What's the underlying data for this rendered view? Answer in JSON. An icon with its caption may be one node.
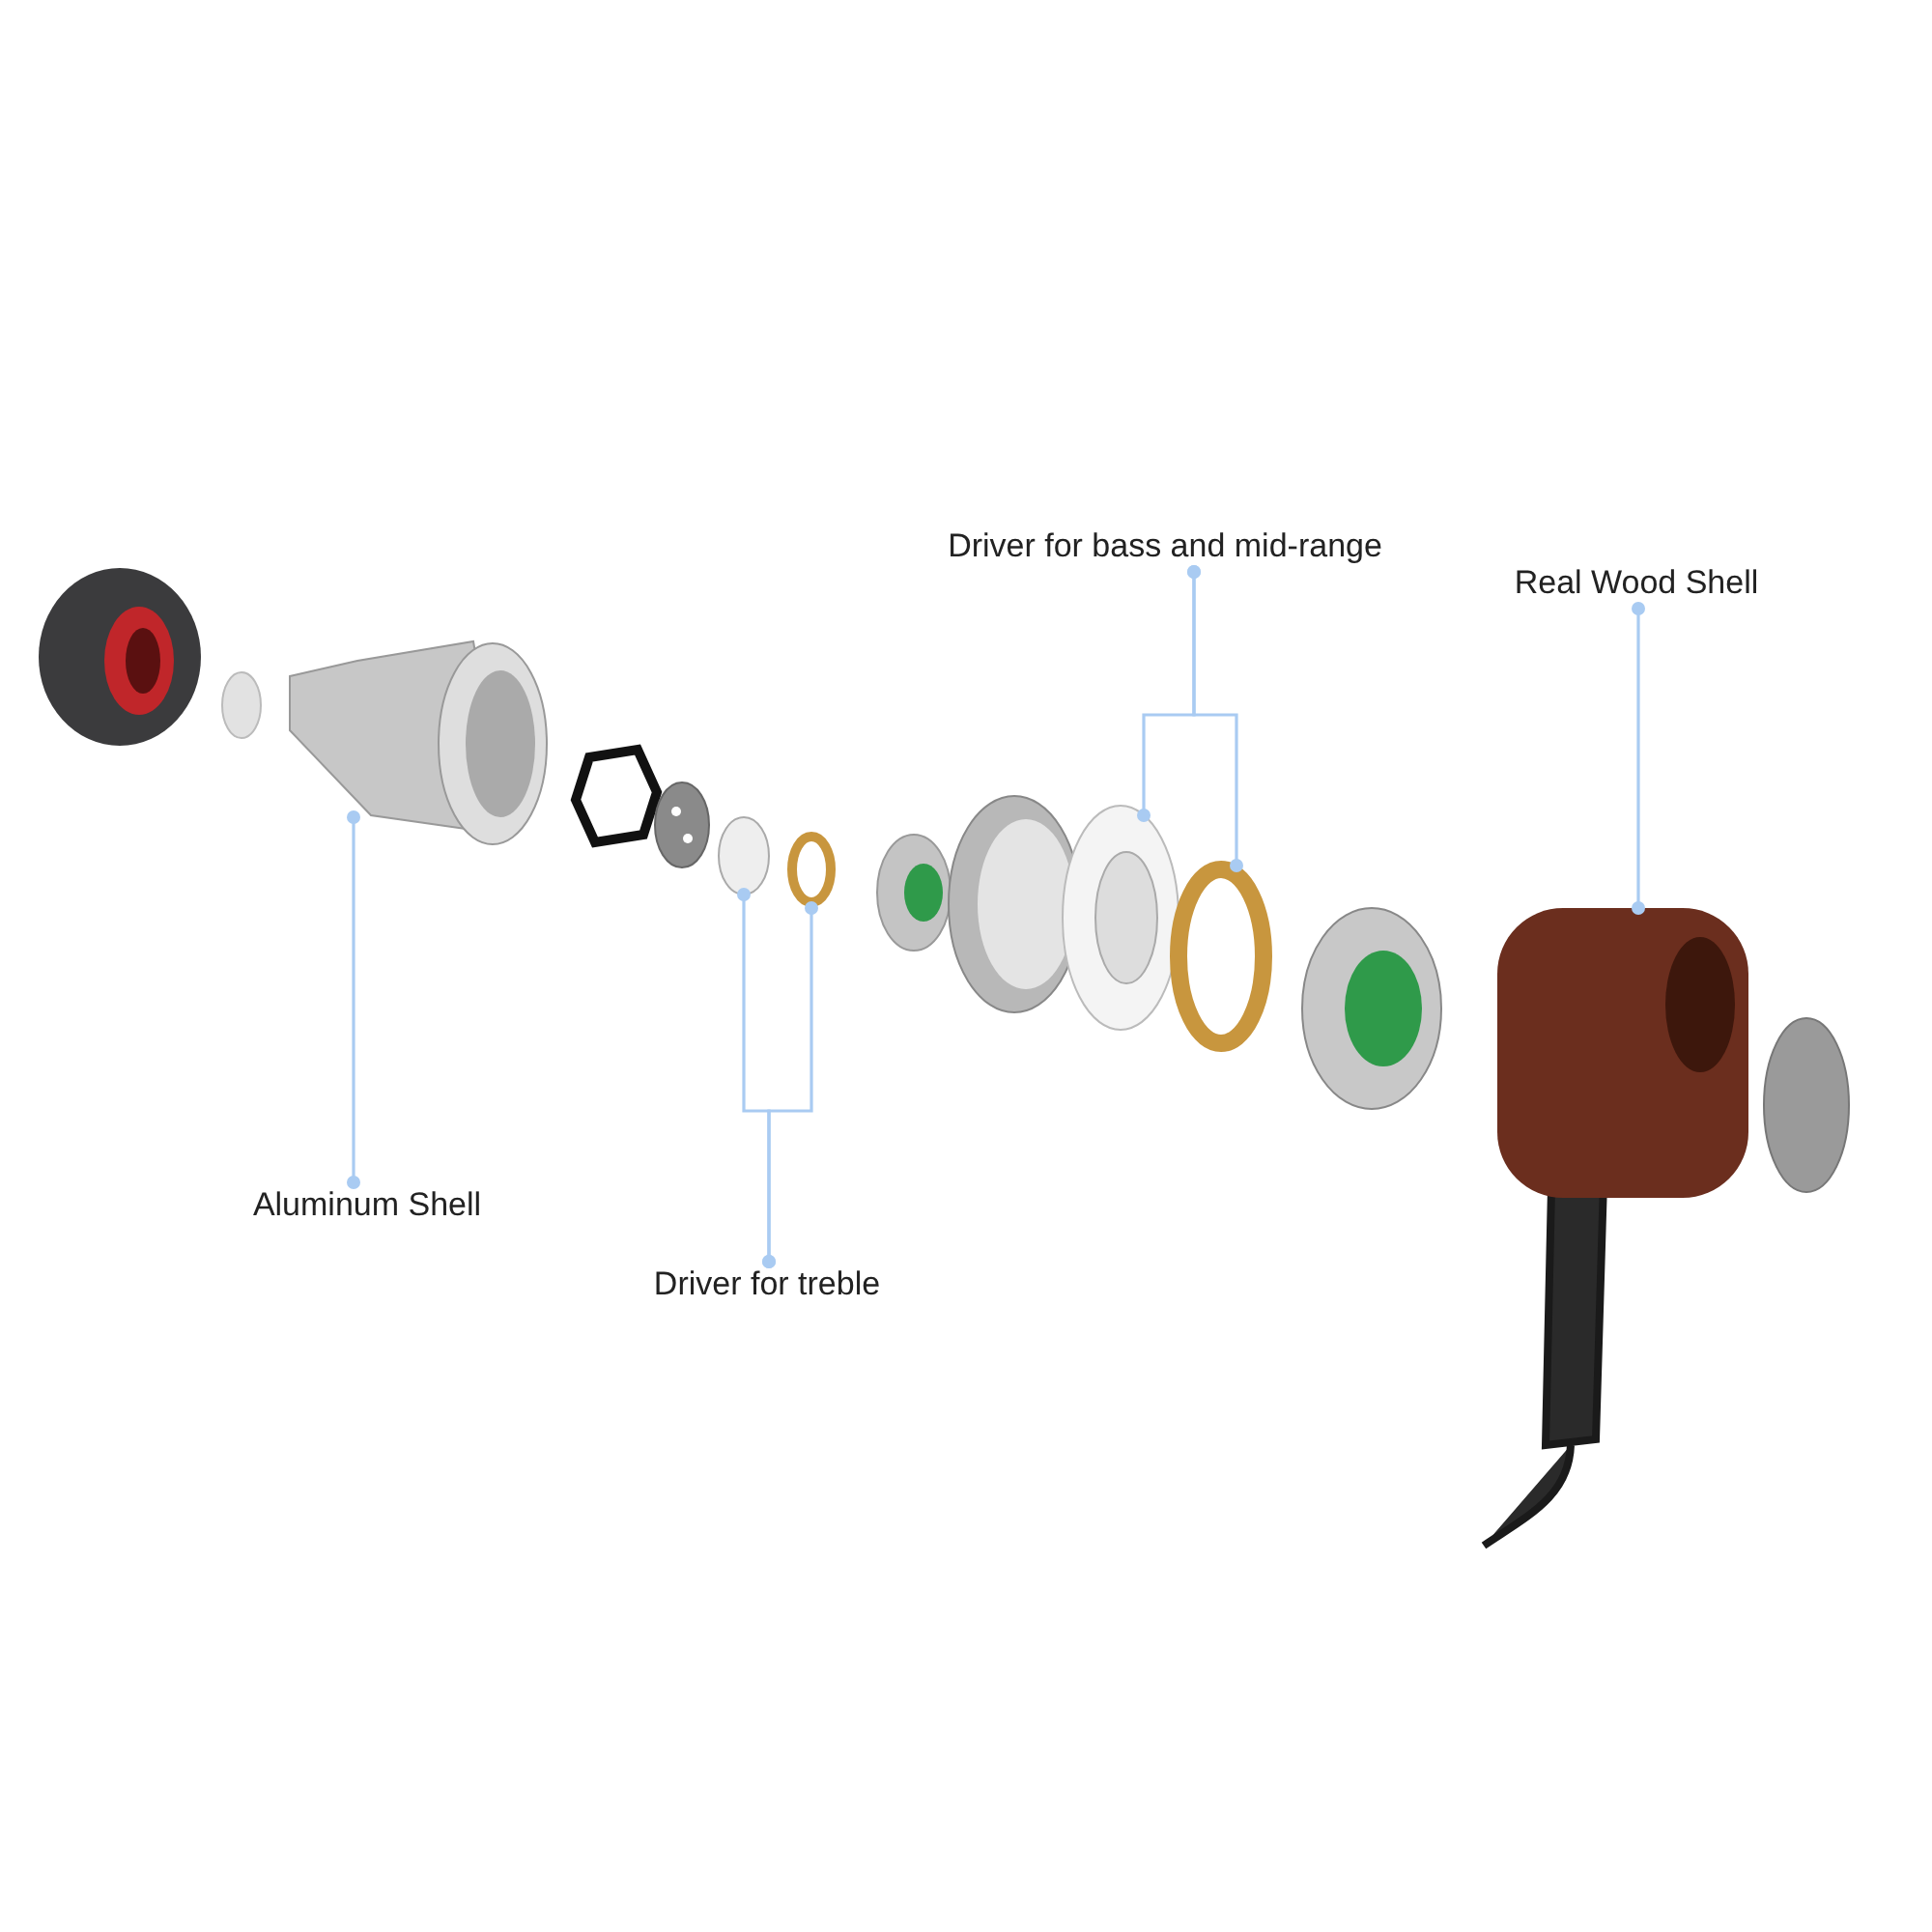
{
  "diagram": {
    "nodes": [
      {
        "text": [
          "Driver for bass and mid-range"
        ]
      },
      {
        "text": [
          "Real Wood Shell"
        ]
      },
      {
        "text": [
          "Aluminum Shell"
        ]
      },
      {
        "text": [
          "Driver for treble"
        ]
      },
      {
        "text": [],
        "shape": "picture"
      },
      {
        "text": [],
        "shape": "circle"
      },
      {
        "text": [],
        "shape": "circle"
      },
      {
        "text": [],
        "shape": "picture"
      },
      {
        "text": [],
        "shape": "circle"
      },
      {
        "text": [],
        "shape": "picture"
      },
      {
        "text": [],
        "shape": "circle"
      }
    ],
    "edges": [
      {
        "from": 0,
        "to": 7,
        "arrow": "other"
      },
      {
        "from": 0,
        "to": 8,
        "arrow": "other"
      },
      {
        "from": 1,
        "to": 9,
        "arrow": "other"
      },
      {
        "from": 2,
        "to": 4,
        "arrow": "other"
      },
      {
        "from": 3,
        "to": 5,
        "arrow": "other"
      },
      {
        "from": 3,
        "to": 6,
        "arrow": "other"
      }
    ]
  }
}
